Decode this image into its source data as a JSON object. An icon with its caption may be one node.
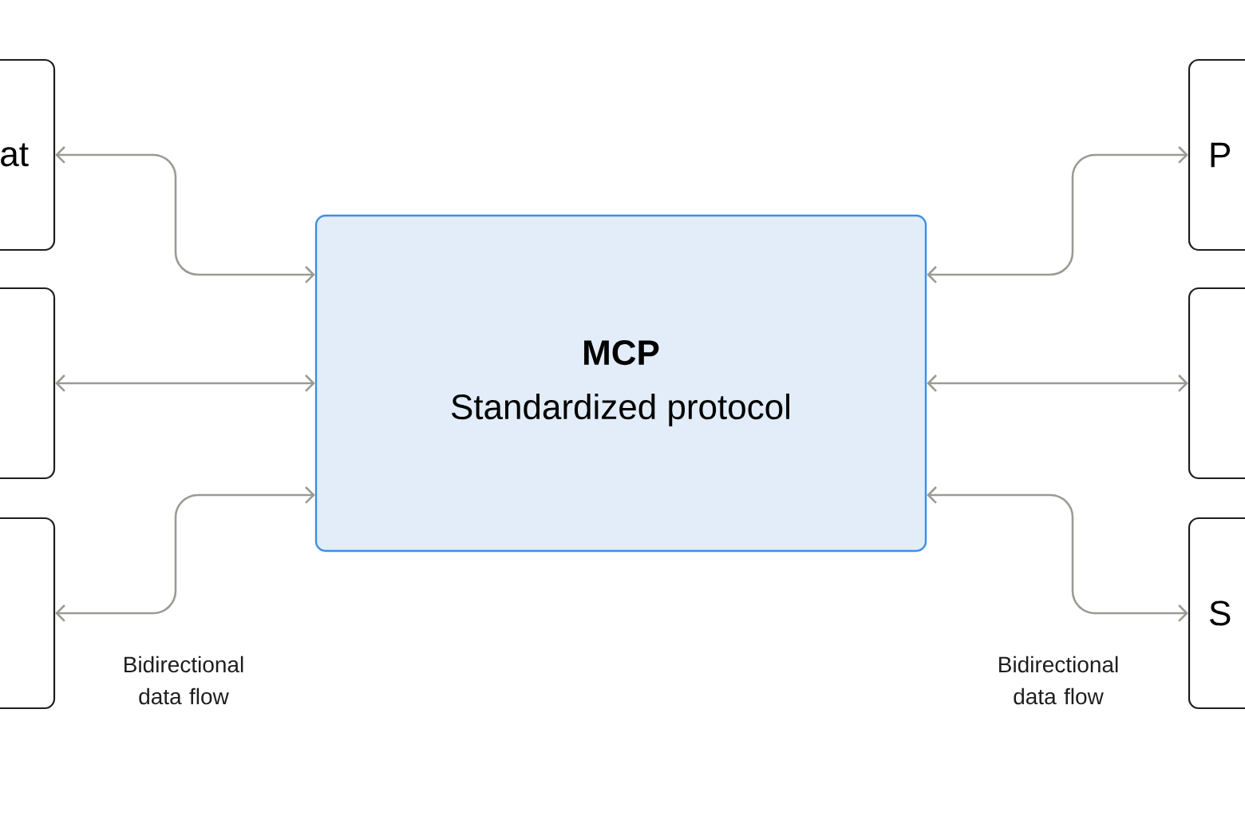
{
  "diagram": {
    "nodes": [
      {
        "text": [
          "at"
        ]
      },
      {
        "text": [],
        "shape": "box"
      },
      {
        "text": [],
        "shape": "box"
      },
      {
        "text": [
          "MCP",
          "Standardized protocol"
        ]
      },
      {
        "text": [
          "P"
        ]
      },
      {
        "text": [],
        "shape": "box"
      },
      {
        "text": [
          "S"
        ]
      }
    ],
    "edges": [
      {
        "from": 3,
        "to": 0,
        "arrow": "both"
      },
      {
        "from": 3,
        "to": 1,
        "arrow": "both"
      },
      {
        "from": 3,
        "to": 2,
        "arrow": "both"
      },
      {
        "from": 3,
        "to": 4,
        "arrow": "both"
      },
      {
        "from": 3,
        "to": 5,
        "arrow": "both"
      },
      {
        "from": 3,
        "to": 6,
        "arrow": "both"
      }
    ],
    "labels": [
      "Bidirectional data flow",
      "Bidirectional data flow"
    ]
  }
}
